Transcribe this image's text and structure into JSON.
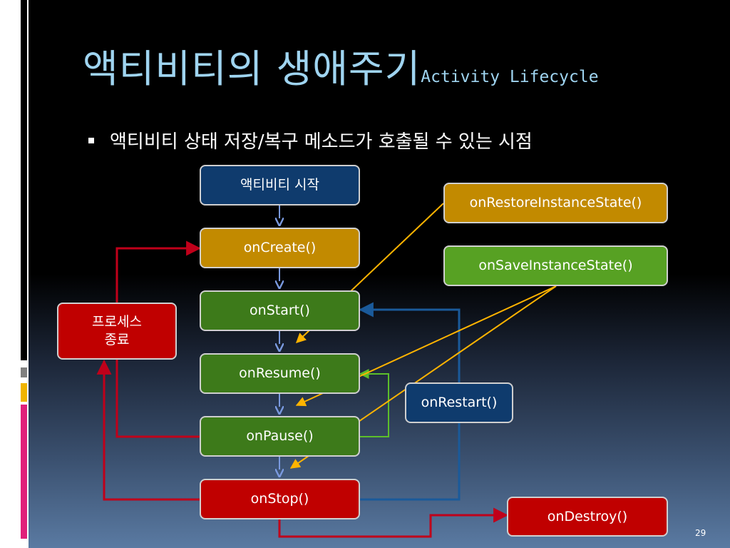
{
  "slide": {
    "title": "액티비티의 생애주기",
    "subtitle": "Activity Lifecycle",
    "bullet": "액티비티 상태 저장/복구 메소드가 호출될 수 있는 시점",
    "page_number": "29"
  },
  "nodes": {
    "start": "액티비티 시작",
    "on_create": "onCreate()",
    "on_start": "onStart()",
    "on_resume": "onResume()",
    "on_pause": "onPause()",
    "on_stop": "onStop()",
    "on_restart": "onRestart()",
    "on_destroy": "onDestroy()",
    "process_kill_line1": "프로세스",
    "process_kill_line2": "종료",
    "on_restore_instance_state": "onRestoreInstanceState()",
    "on_save_instance_state": "onSaveInstanceState()"
  },
  "colors": {
    "title": "#9fd4f0",
    "blue_node": "#0f3b6d",
    "gold_node": "#c28a00",
    "green_node": "#3d7a1a",
    "light_green_node": "#57a123",
    "red_node": "#c00000",
    "red_arrow": "#c0001a",
    "blue_arrow": "#1a5a9a",
    "green_arrow": "#5cbf2a",
    "orange_arrow": "#ffb400",
    "down_arrow": "#7a9ae0"
  }
}
